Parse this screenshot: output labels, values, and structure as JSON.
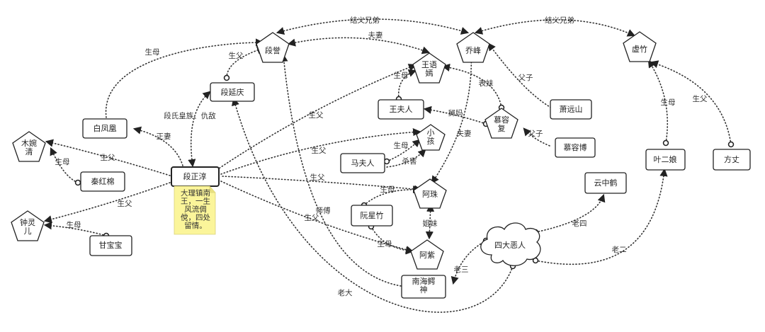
{
  "nodes": {
    "duanyu": "段誉",
    "qiaofeng": "乔峰",
    "xuzhu": "虚竹",
    "wangyuyan": "王语\n嫣",
    "duanyanqing": "段延庆",
    "wangfuren": "王夫人",
    "murongfu": "慕容\n复",
    "xiaoyuanshan": "萧远山",
    "baifengpan": "白凤凰",
    "xiaohai": "小\n孩",
    "murongbo": "慕容博",
    "muwanqing": "木婉\n清",
    "duanzhengchun": "段正淳",
    "mafuren": "马夫人",
    "yeerniang": "叶二娘",
    "fangzhang": "方丈",
    "qinhongmian": "秦红棉",
    "azhu": "阿珠",
    "yunzhonghe": "云中鹤",
    "zhonglinger": "钟灵\n儿",
    "ruanxingzhu": "阮星竹",
    "sidaeren": "四大恶人",
    "ganbaobao": "甘宝宝",
    "azi": "阿紫",
    "nanhaieshen": "南海鳄\n神"
  },
  "note": "大理镇南\n王，一生\n风流倜\n傥，四处\n留情。",
  "edges": {
    "jieyi1": "结义兄弟",
    "jieyi2": "结义兄弟",
    "fuqi1": "夫妻",
    "fuqi2": "夫妻",
    "shengmu_bai_duanyu": "生母",
    "shengfu_dyq_duanyu": "生父",
    "duanshi": "段氏皇族、仇敌",
    "zhengqi": "正妻",
    "shengfu_dzc_wyy": "生父",
    "shengmu_wfr_wyy": "生母",
    "biaomei": "表妹",
    "jiuma": "舅妈",
    "fuzi1": "父子",
    "fuzi2": "父子",
    "shengmu_yen_xuzhu": "生母",
    "shengfu_fz_xuzhu": "生父",
    "shengfu_dzc_mwq": "生父",
    "shengmu_qhm_mwq": "生母",
    "shengfu_dzc_xh": "生父",
    "shengmu_mfr_xh": "生母",
    "shahai": "杀害",
    "shengfu_dzc_azhu": "生父",
    "shengmu_rxz_azhu": "生母",
    "jiemei": "姐妹",
    "shengfu_dzc_zle": "生父",
    "shengmu_gbb_zle": "生母",
    "shifu": "师傅",
    "shengfu_dzc_azi": "生父",
    "shengmu_rxz_azi": "生母",
    "laosi": "老四",
    "laoer": "老二",
    "laosan": "老三",
    "laoda": "老大"
  }
}
